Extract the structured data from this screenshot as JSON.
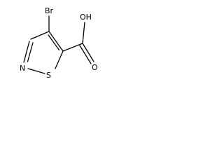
{
  "molecule": {
    "atoms": {
      "bromine": "Br",
      "nitrogen": "N",
      "sulfur": "S",
      "hydroxyl": "OH",
      "oxygen": "O"
    }
  }
}
